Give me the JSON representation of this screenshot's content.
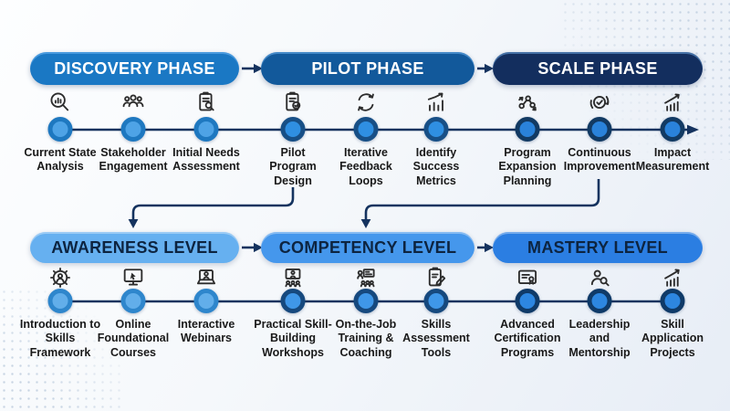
{
  "palette": {
    "wire_color": "#15335f",
    "row1_pill_colors": [
      "#1a78c4",
      "#12599b",
      "#132e5e"
    ],
    "row2_pill_colors": [
      "#66b0f0",
      "#4597ec",
      "#2b7ee2"
    ],
    "row2_pill_text": "#0d2440",
    "item_text": "#191919",
    "background": "#eef3f9"
  },
  "rows": [
    {
      "name": "implementation-phases",
      "stages": [
        {
          "label": "DISCOVERY PHASE",
          "items": [
            {
              "label": "Current State Analysis",
              "icon": "chart-magnifier-icon"
            },
            {
              "label": "Stakeholder Engagement",
              "icon": "people-group-icon"
            },
            {
              "label": "Initial Needs Assessment",
              "icon": "clipboard-search-icon"
            }
          ]
        },
        {
          "label": "PILOT PHASE",
          "items": [
            {
              "label": "Pilot Program Design",
              "icon": "clipboard-check-icon"
            },
            {
              "label": "Iterative Feedback Loops",
              "icon": "cycle-arrows-icon"
            },
            {
              "label": "Identify Success Metrics",
              "icon": "bar-chart-arrow-icon"
            }
          ]
        },
        {
          "label": "SCALE PHASE",
          "items": [
            {
              "label": "Program Expansion Planning",
              "icon": "network-nodes-icon"
            },
            {
              "label": "Continuous Improvement",
              "icon": "check-cycle-icon"
            },
            {
              "label": "Impact Measurement",
              "icon": "growth-chart-icon"
            }
          ]
        }
      ]
    },
    {
      "name": "learning-levels",
      "stages": [
        {
          "label": "AWARENESS LEVEL",
          "items": [
            {
              "label": "Introduction to Skills Framework",
              "icon": "gear-person-icon"
            },
            {
              "label": "Online Foundational Courses",
              "icon": "monitor-cursor-icon"
            },
            {
              "label": "Interactive Webinars",
              "icon": "laptop-person-icon"
            }
          ]
        },
        {
          "label": "COMPETENCY LEVEL",
          "items": [
            {
              "label": "Practical Skill-Building Workshops",
              "icon": "presentation-audience-icon"
            },
            {
              "label": "On-the-Job Training & Coaching",
              "icon": "trainer-board-icon"
            },
            {
              "label": "Skills Assessment Tools",
              "icon": "clipboard-pencil-icon"
            }
          ]
        },
        {
          "label": "MASTERY LEVEL",
          "items": [
            {
              "label": "Advanced Certification Programs",
              "icon": "certificate-icon"
            },
            {
              "label": "Leadership and Mentorship",
              "icon": "person-magnifier-icon"
            },
            {
              "label": "Skill Application Projects",
              "icon": "growth-chart-icon"
            }
          ]
        }
      ]
    }
  ]
}
